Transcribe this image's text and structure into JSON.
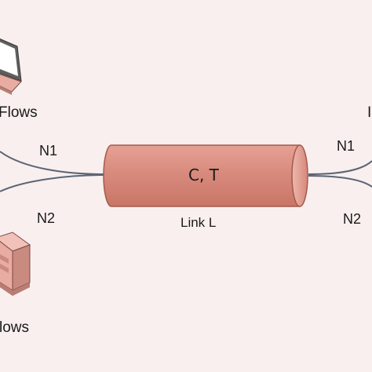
{
  "diagram": {
    "link_parameters": "C, T",
    "link_label": "Link L",
    "left": {
      "top_flows_label": "Flows",
      "bottom_flows_label": "lows",
      "n1_label": "N1",
      "n2_label": "N2"
    },
    "right": {
      "top_flows_label": "I",
      "n1_label": "N1",
      "n2_label": "N2"
    }
  },
  "colors": {
    "background": "#f9efee",
    "link_body": "#d98c7e",
    "link_border": "#a4594d",
    "curve": "#5b6475",
    "laptop_frame": "#5f5f5f",
    "laptop_screen": "#ffffff",
    "laptop_keyboard": "#e9aca2",
    "server_body": "#e9aca2"
  },
  "icons": [
    "laptop-icon",
    "server-icon"
  ]
}
